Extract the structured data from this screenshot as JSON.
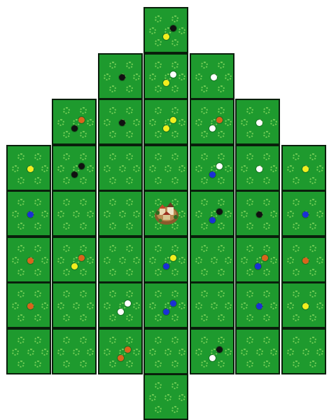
{
  "board": {
    "colors": {
      "tile": "#1e9a2e",
      "tile_border": "#0a1f0c",
      "sprout": "#7ed35c",
      "yellow": "#f2ee1e",
      "black": "#111111",
      "white": "#ffffff",
      "blue": "#1a2fd6",
      "orange": "#d9641c"
    },
    "columns": [
      {
        "col": 0,
        "rows": [
          3,
          4,
          5,
          6,
          7
        ]
      },
      {
        "col": 1,
        "rows": [
          2,
          3,
          4,
          5,
          6,
          7
        ]
      },
      {
        "col": 2,
        "rows": [
          1,
          2,
          3,
          4,
          5,
          6,
          7
        ]
      },
      {
        "col": 3,
        "rows": [
          0,
          1,
          2,
          3,
          4,
          5,
          6,
          7,
          8
        ]
      },
      {
        "col": 4,
        "rows": [
          1,
          2,
          3,
          4,
          5,
          6,
          7
        ]
      },
      {
        "col": 5,
        "rows": [
          2,
          3,
          4,
          5,
          6,
          7
        ]
      },
      {
        "col": 6,
        "rows": [
          3,
          4,
          5,
          6,
          7
        ]
      }
    ],
    "tokens": [
      {
        "col": 0,
        "row": 3,
        "color": "yellow"
      },
      {
        "col": 0,
        "row": 4,
        "color": "blue"
      },
      {
        "col": 0,
        "row": 5,
        "color": "orange"
      },
      {
        "col": 0,
        "row": 6,
        "color": "orange"
      },
      {
        "col": 1,
        "row": 2,
        "color": "orange"
      },
      {
        "col": 1,
        "row": 2,
        "color": "black"
      },
      {
        "col": 1,
        "row": 3,
        "color": "black"
      },
      {
        "col": 1,
        "row": 3,
        "color": "black"
      },
      {
        "col": 1,
        "row": 5,
        "color": "orange"
      },
      {
        "col": 1,
        "row": 5,
        "color": "yellow"
      },
      {
        "col": 2,
        "row": 1,
        "color": "black"
      },
      {
        "col": 2,
        "row": 2,
        "color": "black"
      },
      {
        "col": 2,
        "row": 6,
        "color": "white"
      },
      {
        "col": 2,
        "row": 6,
        "color": "white"
      },
      {
        "col": 2,
        "row": 7,
        "color": "orange"
      },
      {
        "col": 2,
        "row": 7,
        "color": "orange"
      },
      {
        "col": 3,
        "row": 0,
        "color": "black"
      },
      {
        "col": 3,
        "row": 0,
        "color": "yellow"
      },
      {
        "col": 3,
        "row": 1,
        "color": "white"
      },
      {
        "col": 3,
        "row": 1,
        "color": "yellow"
      },
      {
        "col": 3,
        "row": 2,
        "color": "yellow"
      },
      {
        "col": 3,
        "row": 2,
        "color": "yellow"
      },
      {
        "col": 3,
        "row": 5,
        "color": "yellow"
      },
      {
        "col": 3,
        "row": 5,
        "color": "blue"
      },
      {
        "col": 3,
        "row": 6,
        "color": "blue"
      },
      {
        "col": 3,
        "row": 6,
        "color": "blue"
      },
      {
        "col": 4,
        "row": 1,
        "color": "white"
      },
      {
        "col": 4,
        "row": 2,
        "color": "orange"
      },
      {
        "col": 4,
        "row": 2,
        "color": "white"
      },
      {
        "col": 4,
        "row": 3,
        "color": "white"
      },
      {
        "col": 4,
        "row": 3,
        "color": "blue"
      },
      {
        "col": 4,
        "row": 4,
        "color": "black"
      },
      {
        "col": 4,
        "row": 4,
        "color": "blue"
      },
      {
        "col": 4,
        "row": 7,
        "color": "black"
      },
      {
        "col": 4,
        "row": 7,
        "color": "white"
      },
      {
        "col": 5,
        "row": 2,
        "color": "white"
      },
      {
        "col": 5,
        "row": 3,
        "color": "white"
      },
      {
        "col": 5,
        "row": 4,
        "color": "black"
      },
      {
        "col": 5,
        "row": 5,
        "color": "orange"
      },
      {
        "col": 5,
        "row": 5,
        "color": "blue"
      },
      {
        "col": 5,
        "row": 6,
        "color": "blue"
      },
      {
        "col": 6,
        "row": 3,
        "color": "yellow"
      },
      {
        "col": 6,
        "row": 4,
        "color": "blue"
      },
      {
        "col": 6,
        "row": 5,
        "color": "orange"
      },
      {
        "col": 6,
        "row": 6,
        "color": "yellow"
      }
    ],
    "town": {
      "col": 3,
      "row": 4,
      "icon": "town-icon"
    }
  }
}
